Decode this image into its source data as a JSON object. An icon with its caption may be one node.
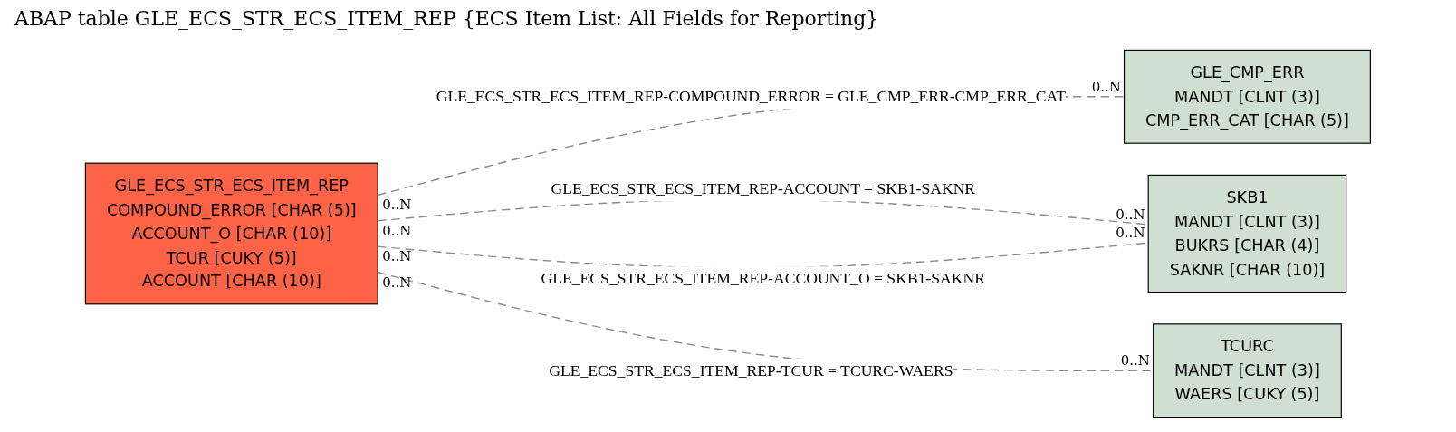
{
  "diagram": {
    "title": "ABAP table GLE_ECS_STR_ECS_ITEM_REP {ECS Item List: All Fields for Reporting}",
    "nodes": [
      {
        "text": [
          "GLE_ECS_STR_ECS_ITEM_REP",
          "COMPOUND_ERROR [CHAR (5)]",
          "ACCOUNT_O [CHAR (10)]",
          "TCUR [CUKY (5)]",
          "ACCOUNT [CHAR (10)]"
        ]
      },
      {
        "text": [
          "GLE_CMP_ERR",
          "MANDT [CLNT (3)]",
          "CMP_ERR_CAT [CHAR (5)]"
        ]
      },
      {
        "text": [
          "SKB1",
          "MANDT [CLNT (3)]",
          "BUKRS [CHAR (4)]",
          "SAKNR [CHAR (10)]"
        ]
      },
      {
        "text": [
          "TCURC",
          "MANDT [CLNT (3)]",
          "WAERS [CUKY (5)]"
        ]
      }
    ],
    "edges": [
      {
        "from": 0,
        "to": 1,
        "arrow": "none",
        "style": "dashed",
        "label": "GLE_ECS_STR_ECS_ITEM_REP-COMPOUND_ERROR = GLE_CMP_ERR-CMP_ERR_CAT"
      },
      {
        "from": 0,
        "to": 2,
        "arrow": "none",
        "style": "dashed",
        "label": "GLE_ECS_STR_ECS_ITEM_REP-ACCOUNT = SKB1-SAKNR"
      },
      {
        "from": 0,
        "to": 2,
        "arrow": "none",
        "style": "dashed",
        "label": "GLE_ECS_STR_ECS_ITEM_REP-ACCOUNT_O = SKB1-SAKNR"
      },
      {
        "from": 0,
        "to": 3,
        "arrow": "none",
        "style": "dashed",
        "label": "GLE_ECS_STR_ECS_ITEM_REP-TCUR = TCURC-WAERS"
      }
    ],
    "labels": [
      "0..N",
      "0..N",
      "0..N",
      "0..N",
      "0..N",
      "0..N",
      "0..N",
      "0..N"
    ]
  }
}
